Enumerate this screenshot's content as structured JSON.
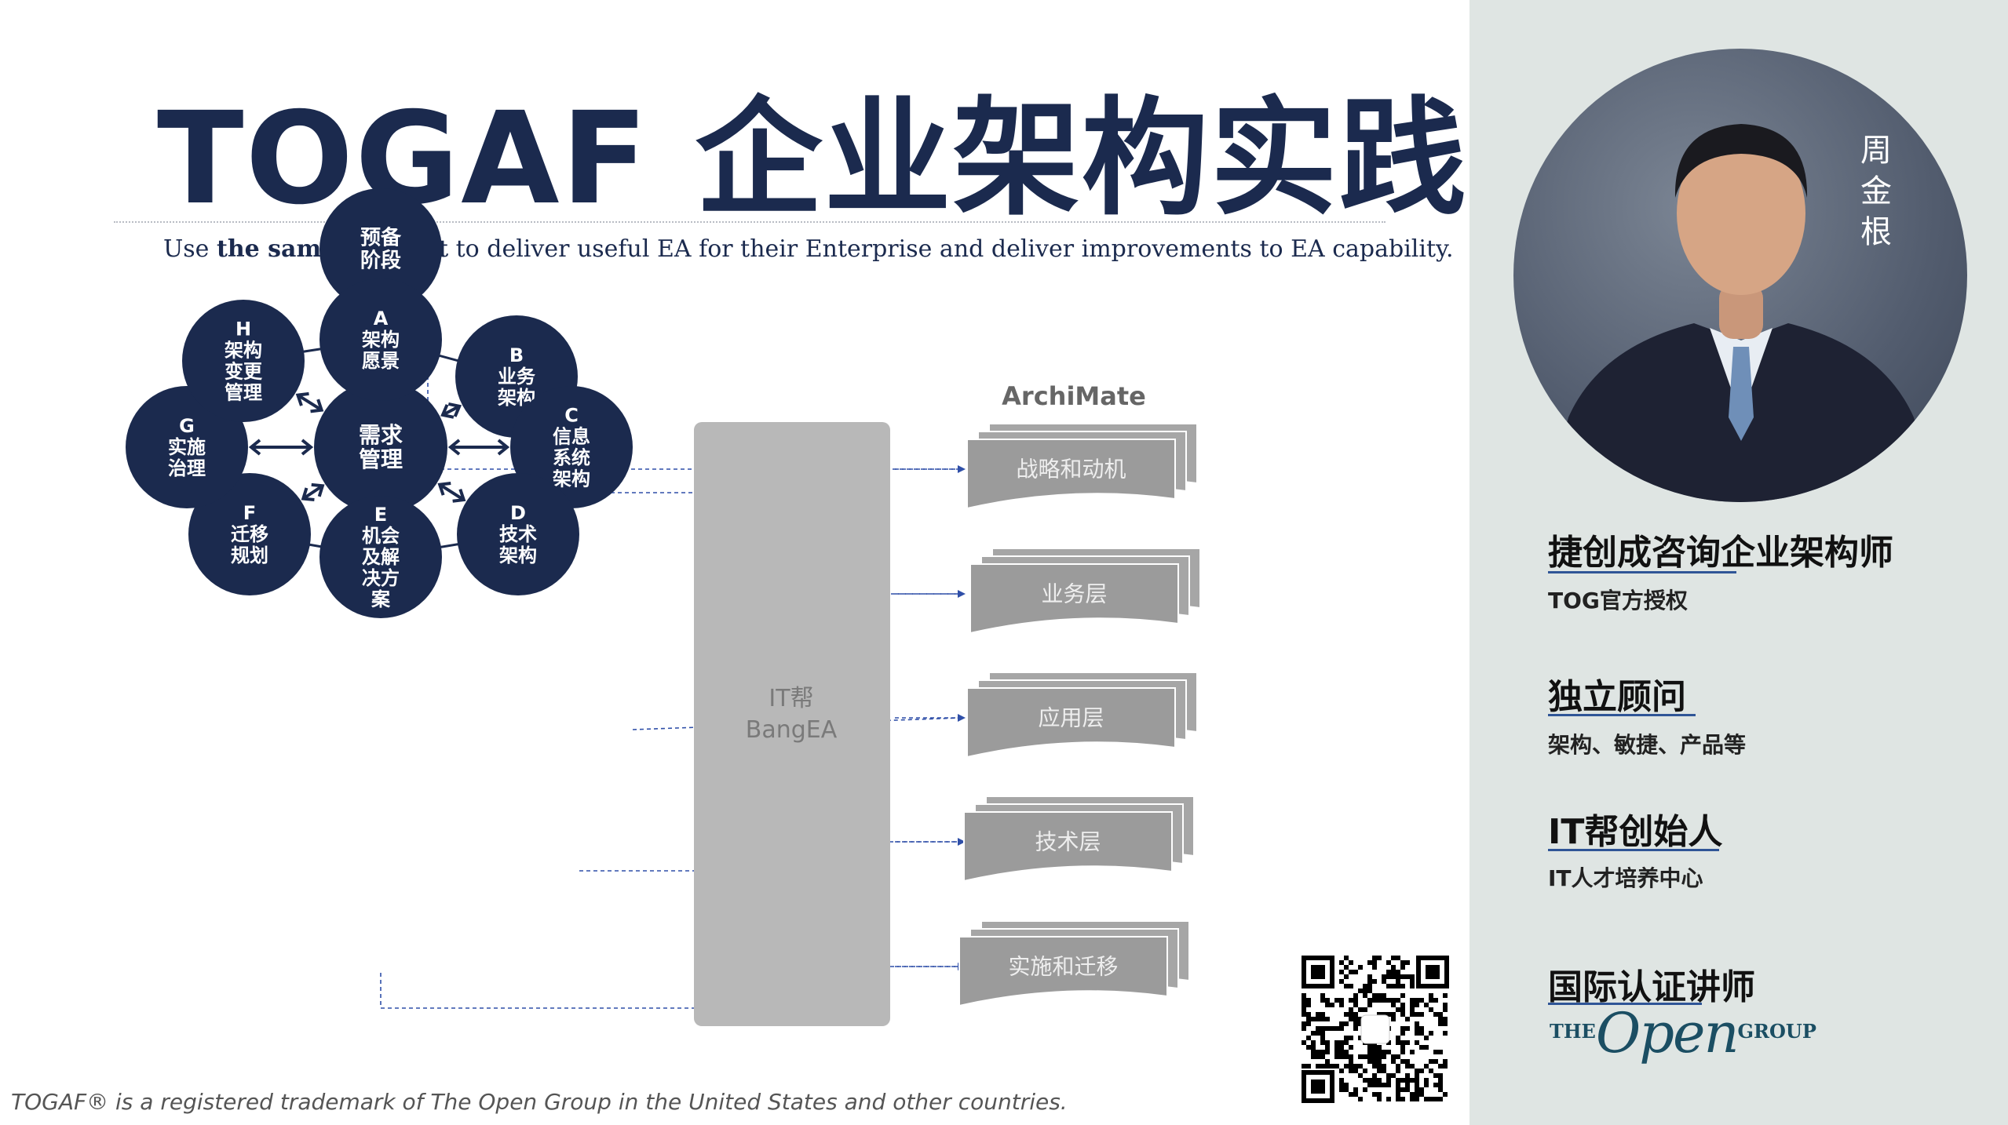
{
  "header": {
    "title": "TOGAF 企业架构实践",
    "subtitle_pre": "Use ",
    "subtitle_bold": "the same concept",
    "subtitle_post": " to deliver useful EA for their Enterprise and deliver improvements to EA capability."
  },
  "adm": {
    "prelim": [
      "预备",
      "阶段"
    ],
    "center": [
      "需求",
      "管理"
    ],
    "phases": [
      {
        "lines": [
          "A",
          "架构",
          "愿景"
        ]
      },
      {
        "lines": [
          "B",
          "业务",
          "架构"
        ]
      },
      {
        "lines": [
          "C",
          "信息",
          "系统",
          "架构"
        ]
      },
      {
        "lines": [
          "D",
          "技术",
          "架构"
        ]
      },
      {
        "lines": [
          "E",
          "机会",
          "及解",
          "决方",
          "案"
        ]
      },
      {
        "lines": [
          "F",
          "迁移",
          "规划"
        ]
      },
      {
        "lines": [
          "G",
          "实施",
          "治理"
        ]
      },
      {
        "lines": [
          "H",
          "架构",
          "变更",
          "管理"
        ]
      }
    ]
  },
  "hub": {
    "line1": "IT帮",
    "line2": "BangEA"
  },
  "archimate": {
    "title": "ArchiMate",
    "layers": [
      "战略和动机",
      "业务层",
      "应用层",
      "技术层",
      "实施和迁移"
    ]
  },
  "profile": {
    "name_chars": [
      "周",
      "金",
      "根"
    ],
    "roles": [
      {
        "title": "捷创成咨询企业架构师",
        "sub": "TOG官方授权"
      },
      {
        "title": "独立顾问",
        "sub": "架构、敏捷、产品等"
      },
      {
        "title": "IT帮创始人",
        "sub": "IT人才培养中心"
      },
      {
        "title": "国际认证讲师",
        "sub": ""
      }
    ],
    "logo": {
      "the": "THE",
      "open": "Open",
      "group": "GROUP"
    }
  },
  "footnote": "TOGAF® is a registered trademark of The Open Group in the United States and other countries.",
  "colors": {
    "navy": "#1b2a4e",
    "arrow_blue": "#2f4fa8",
    "panel_bg": "#dfe5e3",
    "doc_grey": "#9b9b9b",
    "hub_grey": "#b8b8b8"
  }
}
